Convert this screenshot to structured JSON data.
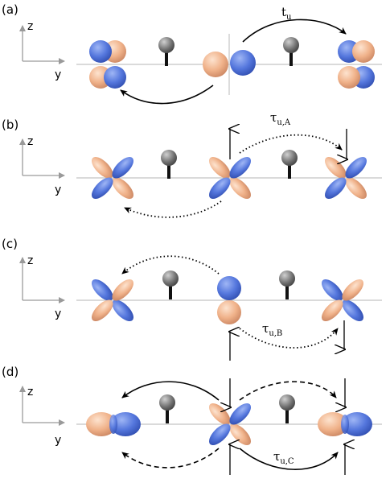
{
  "axes": {
    "z_label": "z",
    "y_label": "y"
  },
  "panels": [
    {
      "label": "(a)",
      "hopping": {
        "symbol": "t",
        "subscript": "u"
      }
    },
    {
      "label": "(b)",
      "hopping": {
        "symbol": "τ",
        "subscript": "u,A"
      }
    },
    {
      "label": "(c)",
      "hopping": {
        "symbol": "τ",
        "subscript": "u,B"
      }
    },
    {
      "label": "(d)",
      "hopping": {
        "symbol": "τ",
        "subscript": "u,C"
      }
    }
  ],
  "colors": {
    "orbital_blue": "#5577dd",
    "orbital_orange": "#f0b28a",
    "ligand_gray": "#707070",
    "axis_gray": "#bdbdbd",
    "axis_arrow": "#9a9a9a"
  },
  "orbital_types": [
    "dxy-lobes",
    "d-four-lobe",
    "dz2-like",
    "spin-up-arrow",
    "spin-down-arrow"
  ]
}
